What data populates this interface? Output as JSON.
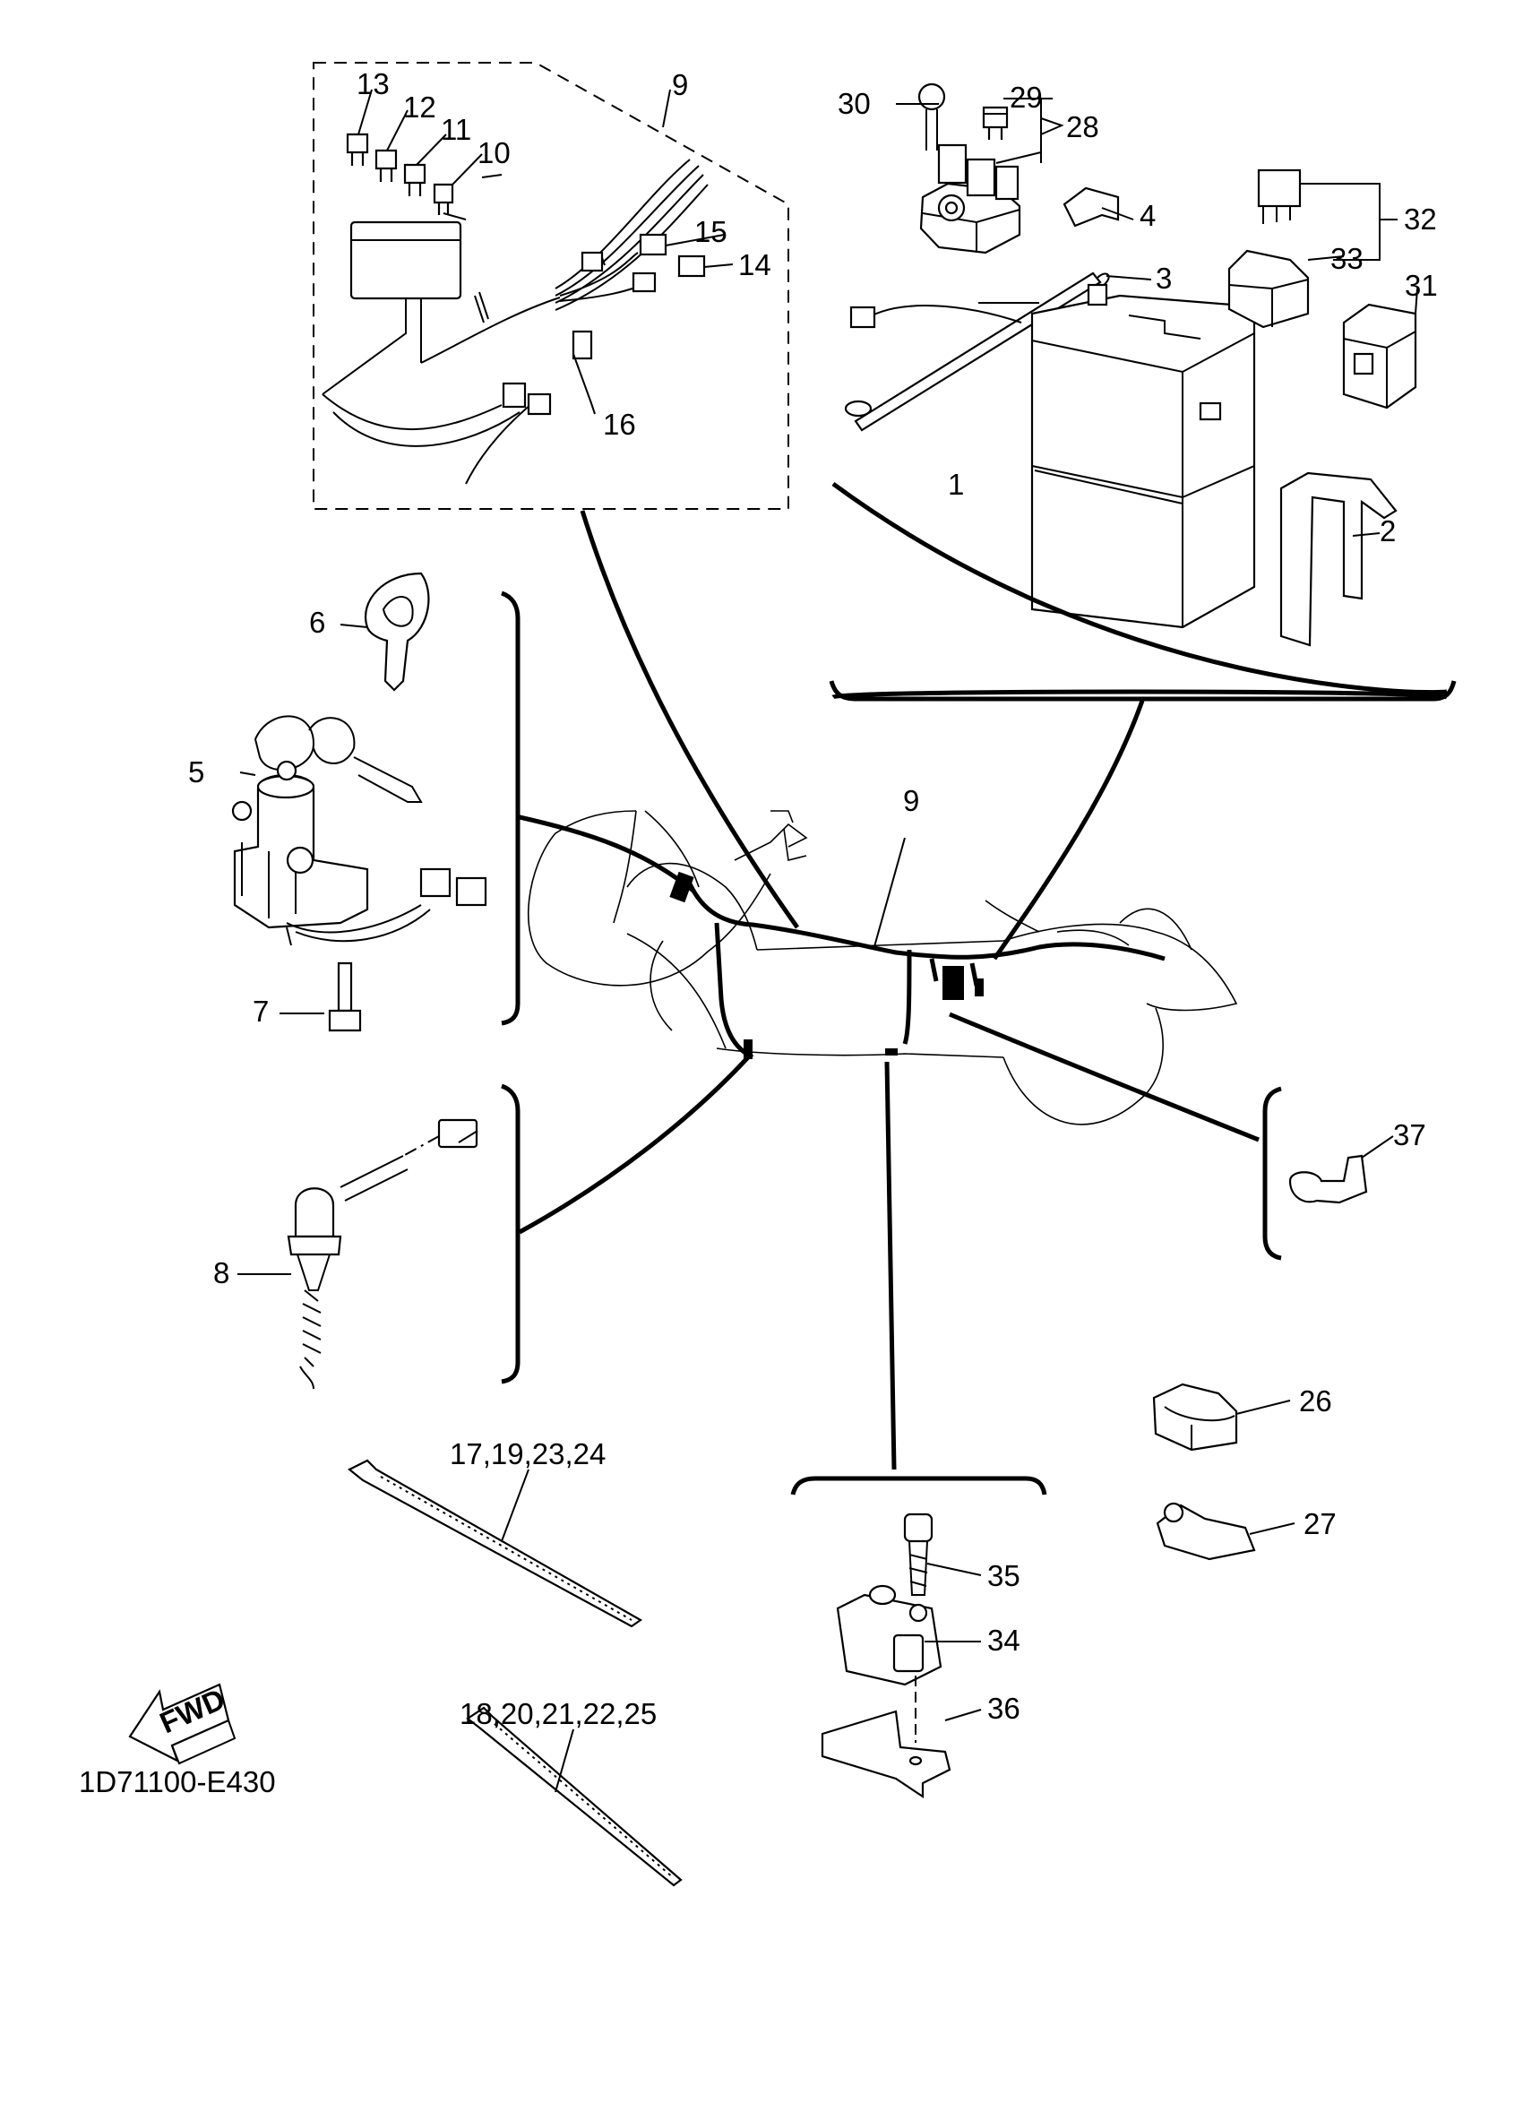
{
  "diagram_code": "1D71100-E430",
  "fwd_label": "FWD",
  "callouts": {
    "c1": "1",
    "c2": "2",
    "c3": "3",
    "c4": "4",
    "c5": "5",
    "c6": "6",
    "c7": "7",
    "c8": "8",
    "c9": "9",
    "c9b": "9",
    "c10": "10",
    "c11": "11",
    "c12": "12",
    "c13": "13",
    "c14": "14",
    "c15": "15",
    "c16": "16",
    "c17_group": "17,19,23,24",
    "c18_group": "18,20,21,22,25",
    "c26": "26",
    "c27": "27",
    "c28": "28",
    "c29": "29",
    "c30": "30",
    "c31": "31",
    "c32": "32",
    "c33": "33",
    "c34": "34",
    "c35": "35",
    "c36": "36",
    "c37": "37"
  }
}
